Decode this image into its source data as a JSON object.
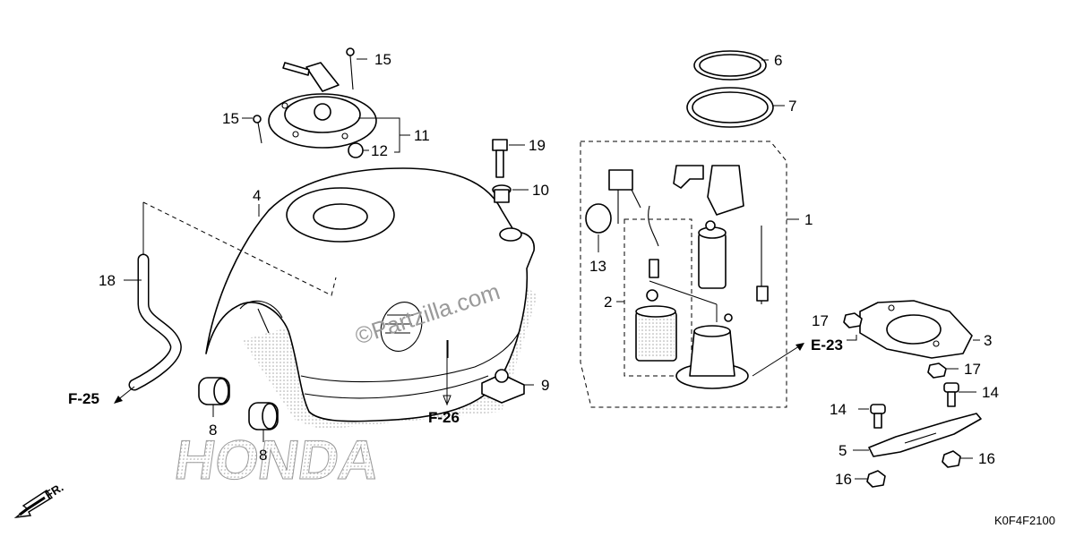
{
  "callouts": {
    "c1": "1",
    "c2": "2",
    "c3": "3",
    "c4": "4",
    "c5": "5",
    "c6": "6",
    "c7": "7",
    "c8a": "8",
    "c8b": "8",
    "c9": "9",
    "c10": "10",
    "c11": "11",
    "c12": "12",
    "c13": "13",
    "c14a": "14",
    "c14b": "14",
    "c15a": "15",
    "c15b": "15",
    "c16a": "16",
    "c16b": "16",
    "c17a": "17",
    "c17b": "17",
    "c18": "18",
    "c19": "19"
  },
  "refs": {
    "f25": "F-25",
    "f26": "F-26",
    "e23": "E-23"
  },
  "direction": {
    "fr": "FR."
  },
  "watermark": {
    "site": "©Partzilla.com",
    "brand": "HONDA"
  },
  "diagram_code": "K0F4F2100",
  "colors": {
    "line": "#000000",
    "shade": "#b0b0b0",
    "watermark": "#9a9a9a"
  }
}
